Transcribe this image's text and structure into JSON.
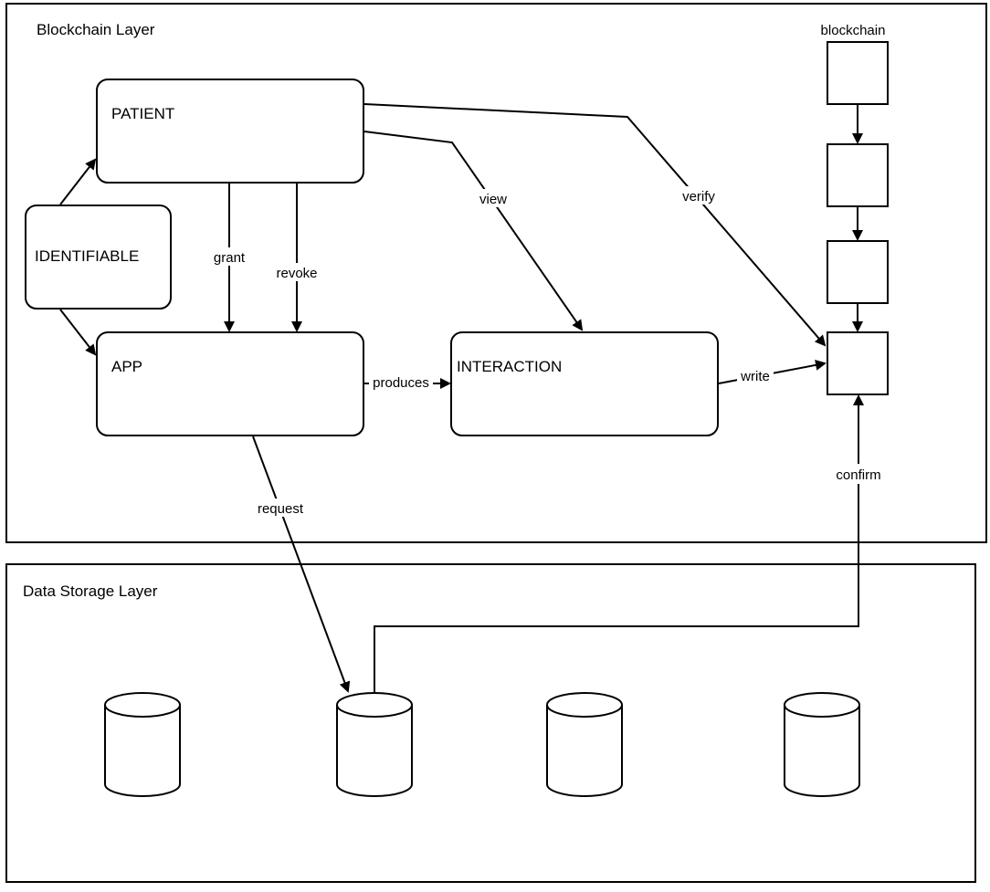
{
  "layers": {
    "blockchain_title": "Blockchain Layer",
    "storage_title": "Data Storage Layer"
  },
  "nodes": {
    "patient": "PATIENT",
    "identifiable": "IDENTIFIABLE",
    "app": "APP",
    "interaction": "INTERACTION"
  },
  "blockchain": {
    "label": "blockchain",
    "block_count": 4
  },
  "edges": {
    "grant": "grant",
    "revoke": "revoke",
    "view": "view",
    "verify": "verify",
    "produces": "produces",
    "write": "write",
    "request": "request",
    "confirm": "confirm"
  },
  "storage": {
    "database_count": 4
  }
}
